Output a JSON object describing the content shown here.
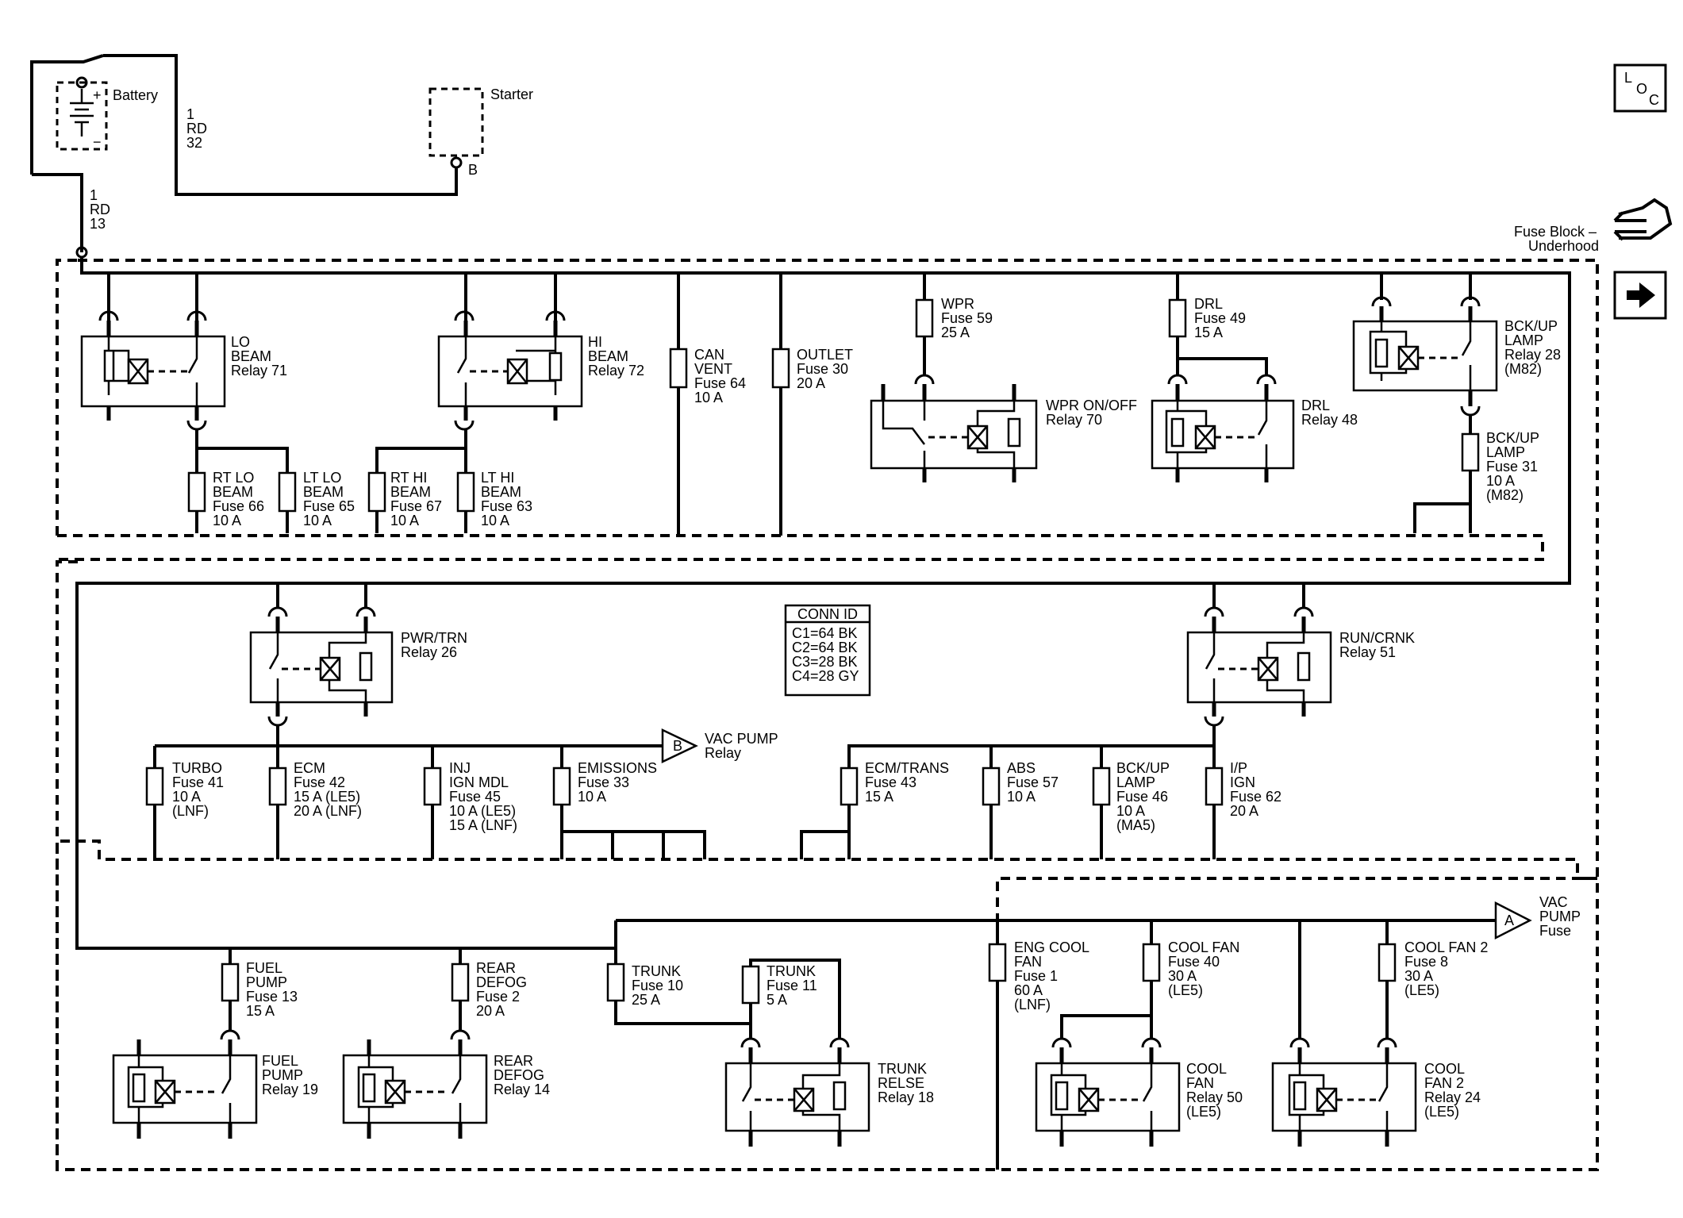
{
  "battery": {
    "label": "Battery",
    "plus": "+",
    "minus": "−"
  },
  "starter": {
    "label": "Starter",
    "terminal": "B"
  },
  "wire_battery_starter": {
    "gauge": "1",
    "color": "RD",
    "circuit": "32"
  },
  "wire_battery_fuseblock": {
    "gauge": "1",
    "color": "RD",
    "circuit": "13"
  },
  "fuse_block": {
    "line1": "Fuse Block –",
    "line2": "Underhood"
  },
  "nav": {
    "loc_l": "L",
    "loc_o": "O",
    "loc_c": "C"
  },
  "conn_id": {
    "title": "CONN ID",
    "rows": [
      "C1=64 BK",
      "C2=64 BK",
      "C3=28 BK",
      "C4=28 GY"
    ]
  },
  "relays": {
    "lo_beam": [
      "LO",
      "BEAM",
      "Relay 71"
    ],
    "hi_beam": [
      "HI",
      "BEAM",
      "Relay 72"
    ],
    "wpr_onoff": [
      "WPR ON/OFF",
      "Relay 70"
    ],
    "drl": [
      "DRL",
      "Relay 48"
    ],
    "bckup": [
      "BCK/UP",
      "LAMP",
      "Relay 28",
      "(M82)"
    ],
    "pwr_trn": [
      "PWR/TRN",
      "Relay 26"
    ],
    "run_crnk": [
      "RUN/CRNK",
      "Relay 51"
    ],
    "fuel_pump": [
      "FUEL",
      "PUMP",
      "Relay 19"
    ],
    "rear_defog": [
      "REAR",
      "DEFOG",
      "Relay 14"
    ],
    "trunk_relse": [
      "TRUNK",
      "RELSE",
      "Relay 18"
    ],
    "cool_fan": [
      "COOL",
      "FAN",
      "Relay 50",
      "(LE5)"
    ],
    "cool_fan2": [
      "COOL",
      "FAN 2",
      "Relay 24",
      "(LE5)"
    ]
  },
  "fuses": {
    "rt_lo": [
      "RT LO",
      "BEAM",
      "Fuse 66",
      "10 A"
    ],
    "lt_lo": [
      "LT LO",
      "BEAM",
      "Fuse 65",
      "10 A"
    ],
    "rt_hi": [
      "RT HI",
      "BEAM",
      "Fuse 67",
      "10 A"
    ],
    "lt_hi": [
      "LT HI",
      "BEAM",
      "Fuse 63",
      "10 A"
    ],
    "can_vent": [
      "CAN",
      "VENT",
      "Fuse 64",
      "10 A"
    ],
    "outlet": [
      "OUTLET",
      "Fuse 30",
      "20 A"
    ],
    "wpr": [
      "WPR",
      "Fuse 59",
      "25 A"
    ],
    "drl": [
      "DRL",
      "Fuse 49",
      "15 A"
    ],
    "bckup": [
      "BCK/UP",
      "LAMP",
      "Fuse 31",
      "10 A",
      "(M82)"
    ],
    "turbo": [
      "TURBO",
      "Fuse 41",
      "10 A",
      "(LNF)"
    ],
    "ecm": [
      "ECM",
      "Fuse 42",
      "15 A (LE5)",
      "20 A (LNF)"
    ],
    "inj": [
      "INJ",
      "IGN MDL",
      "Fuse 45",
      "10 A (LE5)",
      "15 A (LNF)"
    ],
    "emissions": [
      "EMISSIONS",
      "Fuse 33",
      "10 A"
    ],
    "ecm_trans": [
      "ECM/TRANS",
      "Fuse 43",
      "15 A"
    ],
    "abs": [
      "ABS",
      "Fuse 57",
      "10 A"
    ],
    "bckup46": [
      "BCK/UP",
      "LAMP",
      "Fuse 46",
      "10 A",
      "(MA5)"
    ],
    "ip_ign": [
      "I/P",
      "IGN",
      "Fuse 62",
      "20 A"
    ],
    "fuel_pump": [
      "FUEL",
      "PUMP",
      "Fuse 13",
      "15 A"
    ],
    "rear_defog": [
      "REAR",
      "DEFOG",
      "Fuse 2",
      "20 A"
    ],
    "trunk10": [
      "TRUNK",
      "Fuse 10",
      "25 A"
    ],
    "trunk11": [
      "TRUNK",
      "Fuse 11",
      "5 A"
    ],
    "eng_cool": [
      "ENG COOL",
      "FAN",
      "Fuse 1",
      "60 A",
      "(LNF)"
    ],
    "cool_fan": [
      "COOL FAN",
      "Fuse 40",
      "30 A",
      "(LE5)"
    ],
    "cool_fan2": [
      "COOL FAN 2",
      "Fuse 8",
      "30 A",
      "(LE5)"
    ]
  },
  "connectors": {
    "vac_pump_relay": {
      "letter": "B",
      "lines": [
        "VAC PUMP",
        "Relay"
      ]
    },
    "vac_pump_fuse": {
      "letter": "A",
      "lines": [
        "VAC",
        "PUMP",
        "Fuse"
      ]
    }
  }
}
